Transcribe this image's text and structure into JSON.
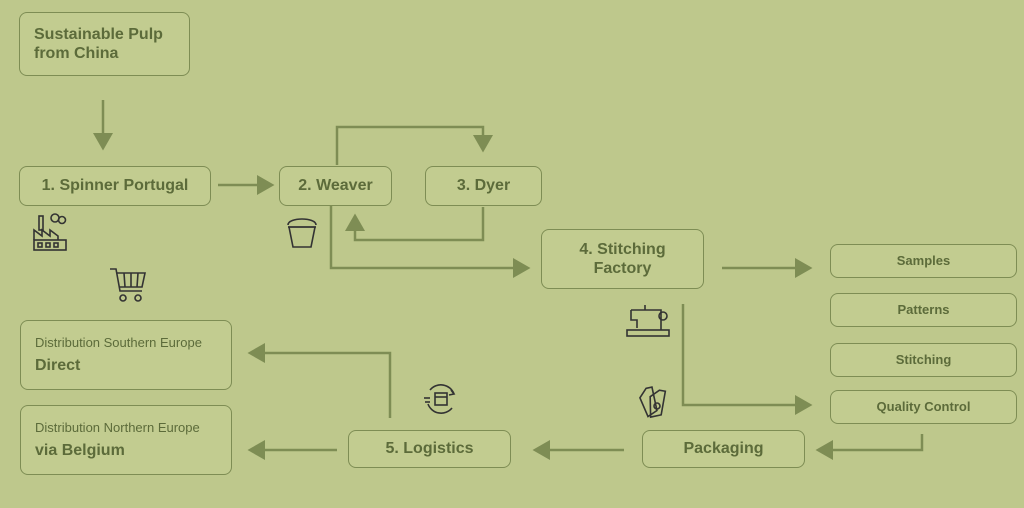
{
  "nodes": {
    "pulp": "Sustainable Pulp\nfrom China",
    "spinner": "1. Spinner Portugal",
    "weaver": "2. Weaver",
    "dyer": "3. Dyer",
    "stitching_factory": "4. Stitching\nFactory",
    "samples": "Samples",
    "patterns": "Patterns",
    "stitching": "Stitching",
    "quality_control": "Quality Control",
    "packaging": "Packaging",
    "logistics": "5. Logistics",
    "dist_south_sub": "Distribution Southern Europe",
    "dist_south_main": "Direct",
    "dist_north_sub": "Distribution Northern Europe",
    "dist_north_main": "via Belgium"
  },
  "icons": [
    "factory-icon",
    "bucket-icon",
    "shopping-cart-icon",
    "sewing-machine-icon",
    "price-tags-icon",
    "box-cycle-icon"
  ],
  "colors": {
    "background": "#bec88c",
    "stroke": "#7e8d54",
    "text": "#5c6b3a"
  }
}
